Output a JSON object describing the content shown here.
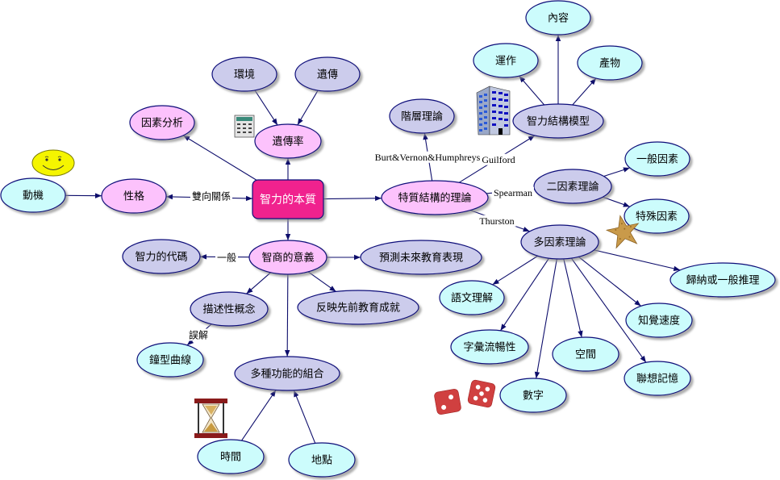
{
  "title": "智力的本質",
  "colors": {
    "root_fill": "#f0238e",
    "pink": "#fcc2fc",
    "lavender": "#ccccec",
    "cyan": "#ccfcfc",
    "stroke": "#10107a",
    "edge": "#0d0d6b"
  },
  "nodes": [
    {
      "id": "root",
      "label": "智力的本質",
      "type": "root"
    },
    {
      "id": "heritability",
      "label": "遺傳率",
      "color": "pink"
    },
    {
      "id": "environment",
      "label": "環境",
      "color": "lavender"
    },
    {
      "id": "heredity",
      "label": "遺傳",
      "color": "lavender"
    },
    {
      "id": "factor_analysis",
      "label": "因素分析",
      "color": "pink"
    },
    {
      "id": "personality",
      "label": "性格",
      "color": "pink"
    },
    {
      "id": "motivation",
      "label": "動機",
      "color": "cyan"
    },
    {
      "id": "trait_theory",
      "label": "特質結構的理論",
      "color": "pink"
    },
    {
      "id": "hierarchy",
      "label": "階層理論",
      "color": "lavender"
    },
    {
      "id": "structure_model",
      "label": "智力結構模型",
      "color": "lavender"
    },
    {
      "id": "content",
      "label": "內容",
      "color": "cyan"
    },
    {
      "id": "operation",
      "label": "運作",
      "color": "cyan"
    },
    {
      "id": "product",
      "label": "產物",
      "color": "cyan"
    },
    {
      "id": "two_factor",
      "label": "二因素理論",
      "color": "lavender"
    },
    {
      "id": "general_factor",
      "label": "一般因素",
      "color": "cyan"
    },
    {
      "id": "specific_factor",
      "label": "特殊因素",
      "color": "cyan"
    },
    {
      "id": "multi_factor",
      "label": "多因素理論",
      "color": "lavender"
    },
    {
      "id": "verbal",
      "label": "語文理解",
      "color": "cyan"
    },
    {
      "id": "word_fluency",
      "label": "字彙流暢性",
      "color": "cyan"
    },
    {
      "id": "number",
      "label": "數字",
      "color": "cyan"
    },
    {
      "id": "space",
      "label": "空間",
      "color": "cyan"
    },
    {
      "id": "memory",
      "label": "聯想記憶",
      "color": "cyan"
    },
    {
      "id": "perceptual",
      "label": "知覺速度",
      "color": "cyan"
    },
    {
      "id": "reasoning",
      "label": "歸納或一般推理",
      "color": "cyan"
    },
    {
      "id": "iq_meaning",
      "label": "智商的意義",
      "color": "pink"
    },
    {
      "id": "iq_code",
      "label": "智力的代碼",
      "color": "lavender"
    },
    {
      "id": "predict",
      "label": "預測未來教育表現",
      "color": "lavender"
    },
    {
      "id": "descriptive",
      "label": "描述性概念",
      "color": "lavender"
    },
    {
      "id": "reflect",
      "label": "反映先前教育成就",
      "color": "lavender"
    },
    {
      "id": "bell_curve",
      "label": "鐘型曲線",
      "color": "cyan"
    },
    {
      "id": "multi_function",
      "label": "多種功能的組合",
      "color": "lavender"
    },
    {
      "id": "time",
      "label": "時間",
      "color": "cyan"
    },
    {
      "id": "place",
      "label": "地點",
      "color": "cyan"
    }
  ],
  "edges": [
    {
      "from": "root",
      "to": "heritability"
    },
    {
      "from": "environment",
      "to": "heritability"
    },
    {
      "from": "heredity",
      "to": "heritability"
    },
    {
      "from": "root",
      "to": "factor_analysis"
    },
    {
      "from": "root",
      "to": "personality",
      "label": "雙向關係",
      "bidirectional": true
    },
    {
      "from": "motivation",
      "to": "personality"
    },
    {
      "from": "root",
      "to": "trait_theory"
    },
    {
      "from": "trait_theory",
      "to": "hierarchy",
      "label": "Burt&Vernon&Humphreys"
    },
    {
      "from": "trait_theory",
      "to": "structure_model",
      "label": "Guilford"
    },
    {
      "from": "structure_model",
      "to": "content"
    },
    {
      "from": "structure_model",
      "to": "operation"
    },
    {
      "from": "structure_model",
      "to": "product"
    },
    {
      "from": "trait_theory",
      "to": "two_factor",
      "label": "Spearman"
    },
    {
      "from": "two_factor",
      "to": "general_factor"
    },
    {
      "from": "two_factor",
      "to": "specific_factor"
    },
    {
      "from": "trait_theory",
      "to": "multi_factor",
      "label": "Thurston"
    },
    {
      "from": "multi_factor",
      "to": "verbal"
    },
    {
      "from": "multi_factor",
      "to": "word_fluency"
    },
    {
      "from": "multi_factor",
      "to": "number"
    },
    {
      "from": "multi_factor",
      "to": "space"
    },
    {
      "from": "multi_factor",
      "to": "memory"
    },
    {
      "from": "multi_factor",
      "to": "perceptual"
    },
    {
      "from": "multi_factor",
      "to": "reasoning"
    },
    {
      "from": "root",
      "to": "iq_meaning"
    },
    {
      "from": "iq_meaning",
      "to": "iq_code",
      "label": "一般"
    },
    {
      "from": "iq_meaning",
      "to": "predict"
    },
    {
      "from": "iq_meaning",
      "to": "descriptive"
    },
    {
      "from": "iq_meaning",
      "to": "reflect"
    },
    {
      "from": "descriptive",
      "to": "bell_curve",
      "label": "誤解"
    },
    {
      "from": "iq_meaning",
      "to": "multi_function"
    },
    {
      "from": "time",
      "to": "multi_function"
    },
    {
      "from": "place",
      "to": "multi_function"
    }
  ],
  "decorations": [
    {
      "id": "smiley",
      "icon": "smiley-face-icon"
    },
    {
      "id": "calculator",
      "icon": "calculator-icon"
    },
    {
      "id": "building",
      "icon": "office-building-icon"
    },
    {
      "id": "starfish",
      "icon": "starfish-icon"
    },
    {
      "id": "dice",
      "icon": "dice-icon"
    },
    {
      "id": "hourglass",
      "icon": "hourglass-icon"
    }
  ]
}
